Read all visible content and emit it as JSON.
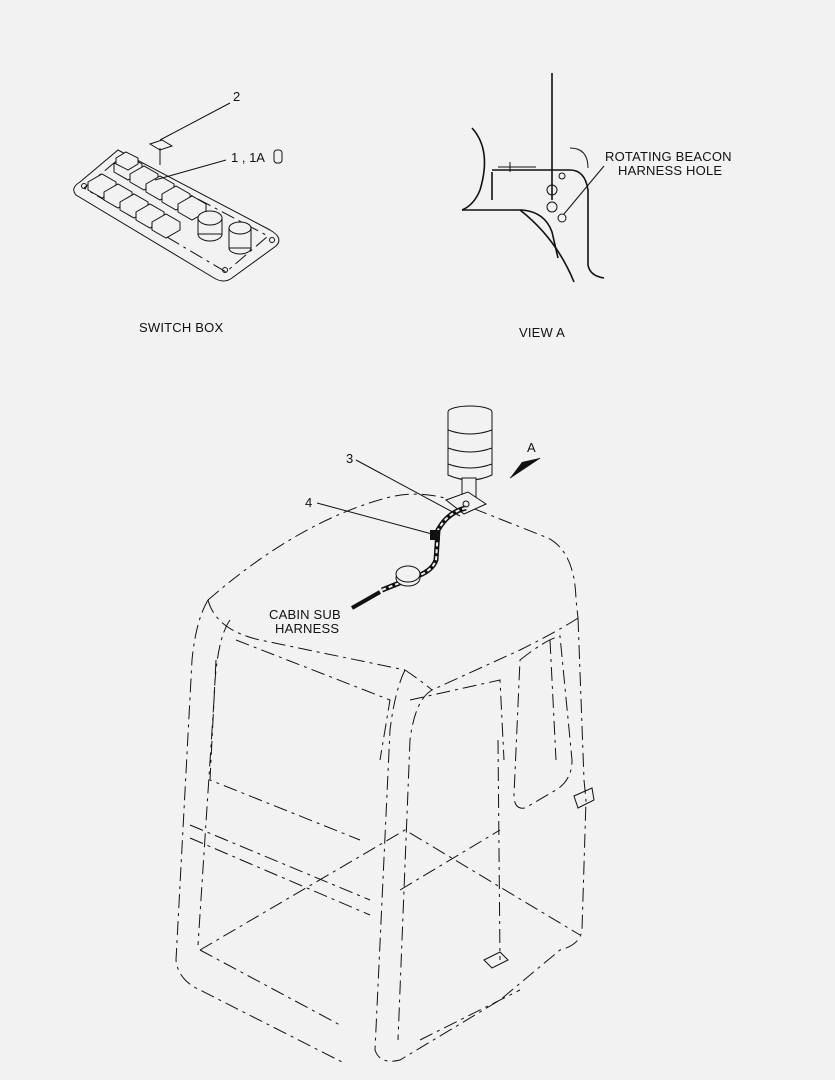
{
  "labels": {
    "callout_2": "2",
    "callout_1_1a": "1 , 1A",
    "callout_3": "3",
    "callout_4": "4",
    "view_marker": "A",
    "beacon_line1": "ROTATING BEACON",
    "beacon_line2": "HARNESS HOLE",
    "switch_box": "SWITCH BOX",
    "view_a": "VIEW  A",
    "cabin_line1": "CABIN SUB",
    "cabin_line2": "HARNESS"
  },
  "colors": {
    "background": "#f2f2f2",
    "line": "#111111"
  }
}
